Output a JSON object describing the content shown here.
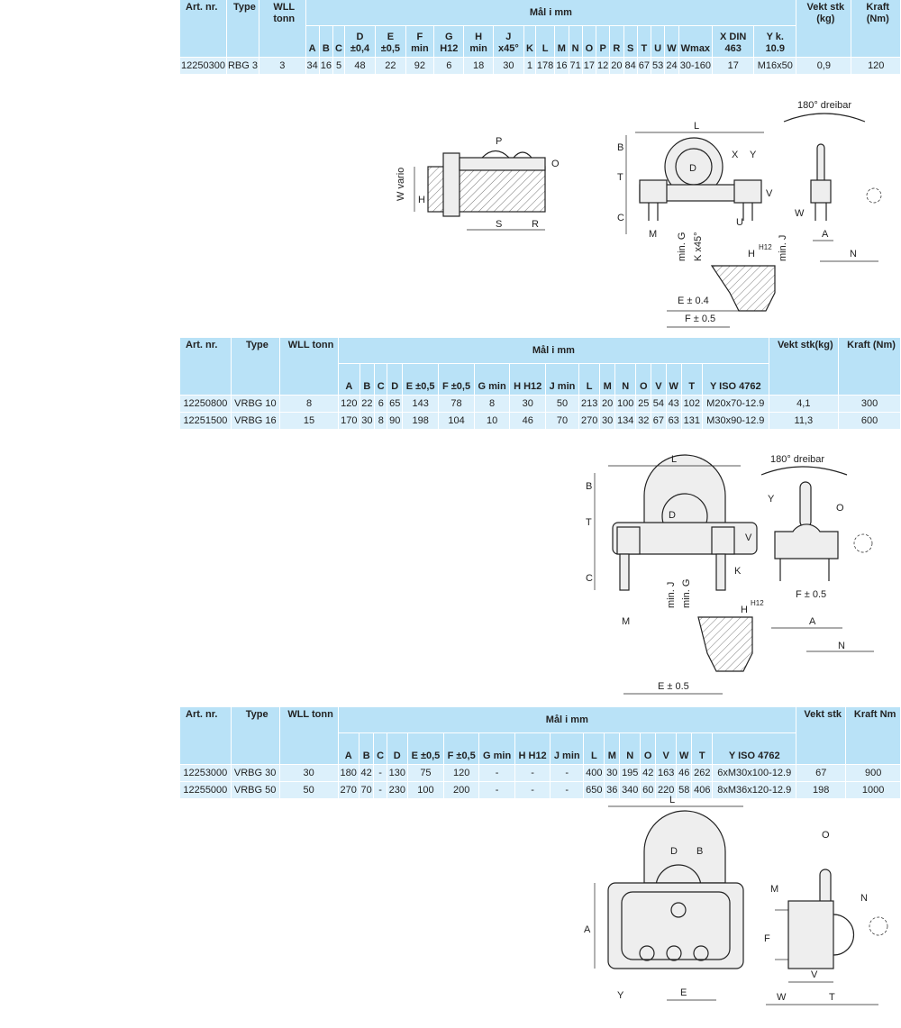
{
  "tables": [
    {
      "id": "t1",
      "head": {
        "art": "Art. nr.",
        "type": "Type",
        "wll": "WLL tonn",
        "mal": "Mål i mm",
        "vekt": "Vekt stk (kg)",
        "kraft": "Kraft (Nm)"
      },
      "columns": [
        "A",
        "B",
        "C",
        "D ±0,4",
        "E ±0,5",
        "F min",
        "G H12",
        "H min",
        "J x45°",
        "K",
        "L",
        "M",
        "N",
        "O",
        "P",
        "R",
        "S",
        "T",
        "U",
        "W",
        "Wmax",
        "X DIN 463",
        "Y k. 10.9"
      ],
      "rows": [
        [
          "12250300",
          "RBG 3",
          "3",
          "34",
          "16",
          "5",
          "48",
          "22",
          "92",
          "6",
          "18",
          "30",
          "1",
          "178",
          "16",
          "71",
          "17",
          "12",
          "20",
          "84",
          "67",
          "53",
          "24",
          "30-160",
          "17",
          "M16x50",
          "0,9",
          "120"
        ]
      ]
    },
    {
      "id": "t2",
      "head": {
        "art": "Art. nr.",
        "type": "Type",
        "wll": "WLL tonn",
        "mal": "Mål i mm",
        "vekt": "Vekt stk(kg)",
        "kraft": "Kraft (Nm)"
      },
      "columns": [
        "A",
        "B",
        "C",
        "D",
        "E ±0,5",
        "F ±0,5",
        "G min",
        "H H12",
        "J min",
        "L",
        "M",
        "N",
        "O",
        "V",
        "W",
        "T",
        "Y ISO 4762"
      ],
      "rows": [
        [
          "12250800",
          "VRBG 10",
          "8",
          "120",
          "22",
          "6",
          "65",
          "143",
          "78",
          "8",
          "30",
          "50",
          "213",
          "20",
          "100",
          "25",
          "54",
          "43",
          "102",
          "M20x70-12.9",
          "4,1",
          "300"
        ],
        [
          "12251500",
          "VRBG 16",
          "15",
          "170",
          "30",
          "8",
          "90",
          "198",
          "104",
          "10",
          "46",
          "70",
          "270",
          "30",
          "134",
          "32",
          "67",
          "63",
          "131",
          "M30x90-12.9",
          "11,3",
          "600"
        ]
      ]
    },
    {
      "id": "t3",
      "head": {
        "art": "Art. nr.",
        "type": "Type",
        "wll": "WLL tonn",
        "mal": "Mål i mm",
        "vekt": "Vekt stk",
        "kraft": "Kraft Nm"
      },
      "columns": [
        "A",
        "B",
        "C",
        "D",
        "E ±0,5",
        "F ±0,5",
        "G min",
        "H H12",
        "J min",
        "L",
        "M",
        "N",
        "O",
        "V",
        "W",
        "T",
        "Y ISO 4762"
      ],
      "rows": [
        [
          "12253000",
          "VRBG 30",
          "30",
          "180",
          "42",
          "-",
          "130",
          "75",
          "120",
          "-",
          "-",
          "-",
          "400",
          "30",
          "195",
          "42",
          "163",
          "46",
          "262",
          "6xM30x100-12.9",
          "67",
          "900"
        ],
        [
          "12255000",
          "VRBG 50",
          "50",
          "270",
          "70",
          "-",
          "230",
          "100",
          "200",
          "-",
          "-",
          "-",
          "650",
          "36",
          "340",
          "60",
          "220",
          "58",
          "406",
          "8xM36x120-12.9",
          "198",
          "1000"
        ]
      ]
    }
  ],
  "drawings": {
    "d1": {
      "rotate": "180° dreibar",
      "labels": {
        "L": "L",
        "B": "B",
        "T": "T",
        "C": "C",
        "D": "D",
        "X": "X",
        "Y": "Y",
        "V": "V",
        "U": "U",
        "M": "M",
        "G": "min. G",
        "K": "K x45°",
        "H": "H",
        "H12": "H12",
        "J": "min. J",
        "E": "E ± 0.4",
        "F": "F ± 0.5",
        "W": "W",
        "A": "A",
        "N": "N",
        "Wvario": "W vario",
        "Hs": "H",
        "P": "P",
        "O": "O",
        "S": "S",
        "R": "R"
      }
    },
    "d2": {
      "rotate": "180° dreibar",
      "labels": {
        "L": "L",
        "B": "B",
        "T": "T",
        "C": "C",
        "D": "D",
        "V": "V",
        "K": "K",
        "M": "M",
        "J": "min. J",
        "G": "min. G",
        "H": "H",
        "H12": "H12",
        "E": "E ± 0.5",
        "Y": "Y",
        "O": "O",
        "F": "F ± 0.5",
        "A": "A",
        "N": "N"
      }
    },
    "d3": {
      "labels": {
        "L": "L",
        "D": "D",
        "B": "B",
        "A": "A",
        "Y": "Y",
        "E": "E",
        "O": "O",
        "M": "M",
        "N": "N",
        "F": "F",
        "V": "V",
        "W": "W",
        "T": "T"
      }
    }
  }
}
